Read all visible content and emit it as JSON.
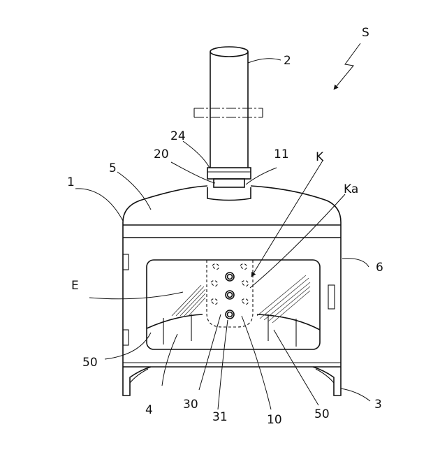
{
  "figure": {
    "labels": {
      "direction": "S",
      "chimney": "2",
      "collar": "24",
      "joint_ring": "20",
      "port": "11",
      "top_cover": "5",
      "housing": "1",
      "flame_zone": "K",
      "flame_zone_a": "Ka",
      "side_panel": "6",
      "window": "E",
      "rod_left": "50",
      "left_base": "4",
      "burner_30": "30",
      "burner_31": "31",
      "burner_10": "10",
      "rod_right": "50",
      "leg": "3"
    }
  }
}
